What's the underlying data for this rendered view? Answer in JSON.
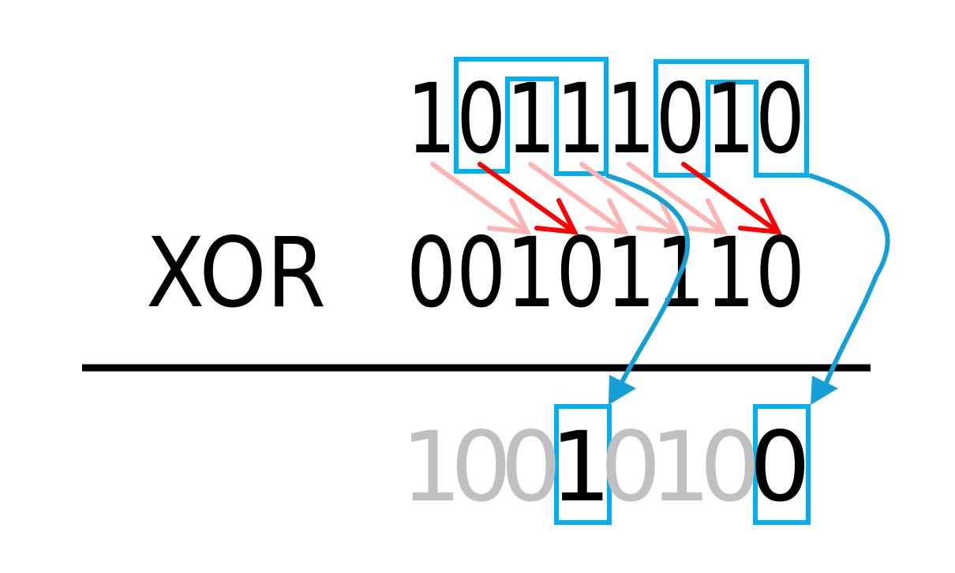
{
  "operator": "XOR",
  "operand_a": "10111010",
  "operand_b": "00101110",
  "result_digits": [
    "1",
    "0",
    "0",
    "1",
    "0",
    "1",
    "0",
    "0"
  ],
  "highlighted_result_positions": [
    3,
    7
  ],
  "colors": {
    "box": "#00b0f0",
    "curve": "#14a0d6",
    "shift_arrow_primary": "#ff0000",
    "shift_arrow_faded": "#ffb3b3",
    "result_faded": "#c0c0c0",
    "text": "#000000"
  }
}
